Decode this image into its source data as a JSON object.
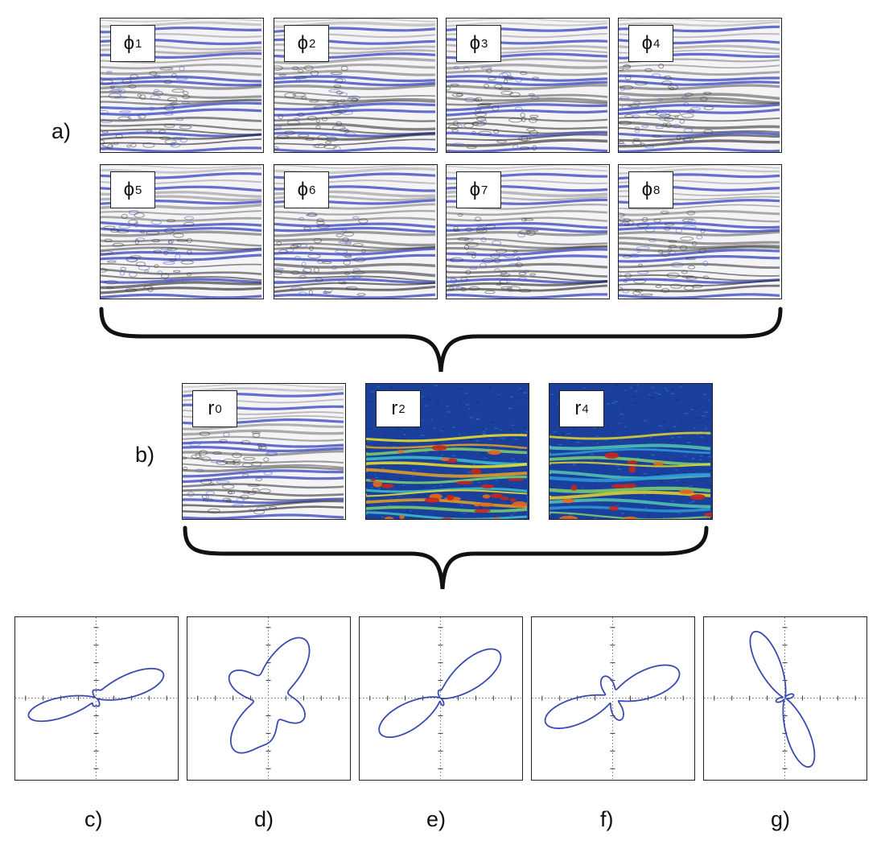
{
  "section_labels": {
    "a": "a)",
    "b": "b)",
    "c": "c)",
    "d": "d)",
    "e": "e)",
    "f": "f)",
    "g": "g)"
  },
  "phi_panels": [
    {
      "symbol": "ϕ",
      "index": "1"
    },
    {
      "symbol": "ϕ",
      "index": "2"
    },
    {
      "symbol": "ϕ",
      "index": "3"
    },
    {
      "symbol": "ϕ",
      "index": "4"
    },
    {
      "symbol": "ϕ",
      "index": "5"
    },
    {
      "symbol": "ϕ",
      "index": "6"
    },
    {
      "symbol": "ϕ",
      "index": "7"
    },
    {
      "symbol": "ϕ",
      "index": "8"
    }
  ],
  "r_panels": [
    {
      "symbol": "r",
      "index": "0",
      "style": "grey-blue"
    },
    {
      "symbol": "r",
      "index": "2",
      "style": "jet"
    },
    {
      "symbol": "r",
      "index": "4",
      "style": "jet"
    }
  ],
  "polar_plots": [
    {
      "label": "c)",
      "lobes": [
        {
          "angle_deg": 20,
          "length": 0.92,
          "width": 0.27
        },
        {
          "angle_deg": 195,
          "length": 0.9,
          "width": 0.24
        },
        {
          "angle_deg": 70,
          "length": 0.1,
          "width": 0.3
        },
        {
          "angle_deg": 110,
          "length": 0.1,
          "width": 0.3
        },
        {
          "angle_deg": 250,
          "length": 0.1,
          "width": 0.3
        },
        {
          "angle_deg": 290,
          "length": 0.1,
          "width": 0.3
        }
      ]
    },
    {
      "label": "d)",
      "lobes": [
        {
          "angle_deg": 58,
          "length": 0.88,
          "width": 0.36
        },
        {
          "angle_deg": 238,
          "length": 0.8,
          "width": 0.38
        },
        {
          "angle_deg": 148,
          "length": 0.58,
          "width": 0.42
        },
        {
          "angle_deg": 328,
          "length": 0.52,
          "width": 0.42
        },
        {
          "angle_deg": 95,
          "length": 0.2,
          "width": 0.25
        },
        {
          "angle_deg": 275,
          "length": 0.3,
          "width": 0.22
        },
        {
          "angle_deg": 5,
          "length": 0.1,
          "width": 0.3
        }
      ]
    },
    {
      "label": "e)",
      "lobes": [
        {
          "angle_deg": 38,
          "length": 0.96,
          "width": 0.32
        },
        {
          "angle_deg": 210,
          "length": 0.9,
          "width": 0.32
        },
        {
          "angle_deg": 100,
          "length": 0.1,
          "width": 0.3
        },
        {
          "angle_deg": 290,
          "length": 0.1,
          "width": 0.3
        }
      ]
    },
    {
      "label": "f)",
      "lobes": [
        {
          "angle_deg": 22,
          "length": 0.92,
          "width": 0.33
        },
        {
          "angle_deg": 200,
          "length": 0.92,
          "width": 0.3
        },
        {
          "angle_deg": 112,
          "length": 0.3,
          "width": 0.45
        },
        {
          "angle_deg": 290,
          "length": 0.3,
          "width": 0.4
        }
      ]
    },
    {
      "label": "g)",
      "lobes": [
        {
          "angle_deg": 115,
          "length": 0.94,
          "width": 0.26
        },
        {
          "angle_deg": 290,
          "length": 0.94,
          "width": 0.26
        },
        {
          "angle_deg": 20,
          "length": 0.12,
          "width": 0.35
        },
        {
          "angle_deg": 200,
          "length": 0.12,
          "width": 0.35
        }
      ]
    }
  ],
  "colors": {
    "seismic_blue": "#4a57c4",
    "seismic_dark": "#1c1c1c",
    "polar_line": "#3a4ab0",
    "brace": "#111111",
    "jet_background": "#1a3f9c"
  }
}
